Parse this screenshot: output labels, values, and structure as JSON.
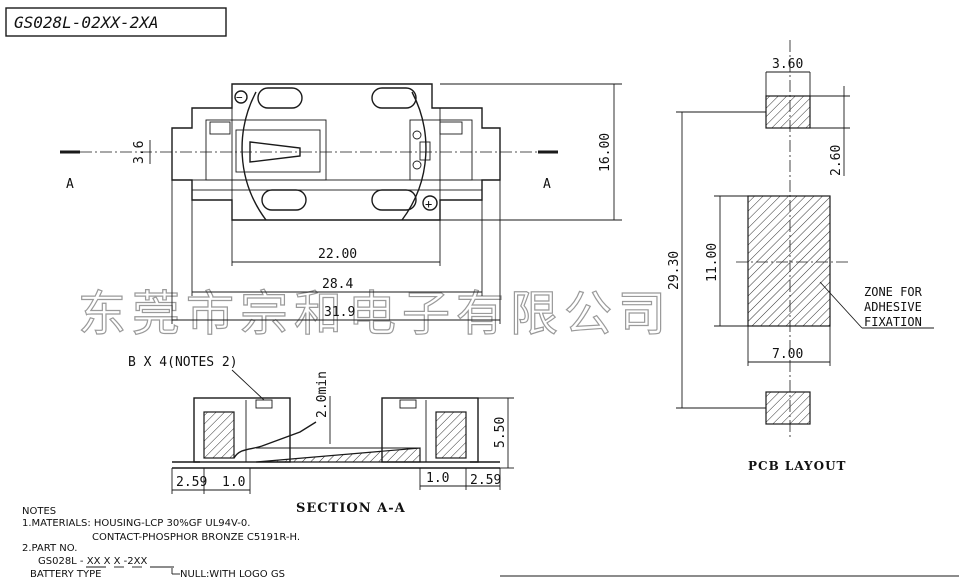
{
  "title": "GS028L-02XX-2XA",
  "watermark": "东莞市宗和电子有限公司",
  "top_view": {
    "section_marker_left": "A",
    "section_marker_right": "A",
    "dim_height_small": "3.6",
    "dim_height_total": "16.00",
    "dim_width_inner": "22.00",
    "dim_width_mid": "28.4",
    "dim_width_total": "31.9",
    "symbol_minus": "−",
    "symbol_plus": "+"
  },
  "section": {
    "title": "SECTION A-A",
    "callout": "B X 4(NOTES 2)",
    "dim_min": "2.0min",
    "dim_height": "5.50",
    "dim_left_a": "2.59",
    "dim_left_b": "1.0",
    "dim_right_a": "1.0",
    "dim_right_b": "2.59"
  },
  "pcb": {
    "title": "PCB LAYOUT",
    "dim_pad_width": "3.60",
    "dim_pad_height": "2.60",
    "dim_total_height": "29.30",
    "dim_zone_height": "11.00",
    "dim_zone_width": "7.00",
    "zone_label": [
      "ZONE FOR",
      "ADHESIVE",
      "FIXATION"
    ]
  },
  "notes": {
    "heading": "NOTES",
    "line1": "1.MATERIALS: HOUSING-LCP 30%GF UL94V-0.",
    "line2": "CONTACT-PHOSPHOR BRONZE C5191R-H.",
    "line3": "2.PART NO.",
    "line4": "GS028L - XX X X -2XX",
    "line5": "BATTERY TYPE",
    "line6": "NULL:WITH LOGO GS"
  }
}
